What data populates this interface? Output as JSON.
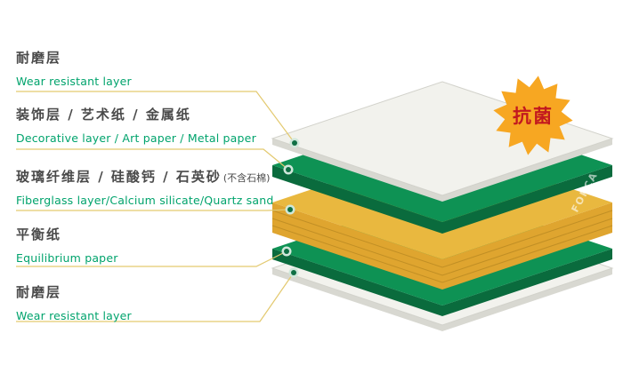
{
  "labels": [
    {
      "id": "wear-resistant-top",
      "zh": "耐磨层",
      "en": "Wear resistant layer"
    },
    {
      "id": "decorative",
      "zh": "装饰层 / 艺术纸 / 金属纸",
      "en": "Decorative layer / Art paper / Metal paper"
    },
    {
      "id": "fiberglass-core",
      "zh": "玻璃纤维层 / 硅酸钙 / 石英砂",
      "note": "(不含石棉)",
      "en": "Fiberglass layer/Calcium silicate/Quartz sand"
    },
    {
      "id": "equilibrium",
      "zh": "平衡纸",
      "en": "Equilibrium paper"
    },
    {
      "id": "wear-resistant-bottom",
      "zh": "耐磨层",
      "en": "Wear resistant layer"
    }
  ],
  "badge": {
    "text": "抗菌",
    "fill": "#F7A722",
    "text_color": "#C2181F"
  },
  "brand": {
    "text": "FORCA",
    "color": "rgba(255,255,255,0.6)"
  },
  "layers": [
    {
      "name": "wear-resistant-top-sheet",
      "top": "#F2F2ED",
      "side": "#D8D8D1"
    },
    {
      "name": "decorative-layer",
      "top": "#0E9254",
      "side": "#0A6B3D"
    },
    {
      "name": "fiberglass-core",
      "top": "#E9B83F",
      "side": "#DFA52F",
      "line": "#C18F25"
    },
    {
      "name": "equilibrium-paper",
      "top": "#0E9254",
      "side": "#0A6B3D"
    },
    {
      "name": "wear-resistant-bottom-sheet",
      "top": "#F2F2ED",
      "side": "#D8D8D1"
    }
  ],
  "leader": {
    "color": "#E3C96F",
    "dot_inner": "#0E6F44",
    "dot_outer": "#CFE7DA"
  }
}
